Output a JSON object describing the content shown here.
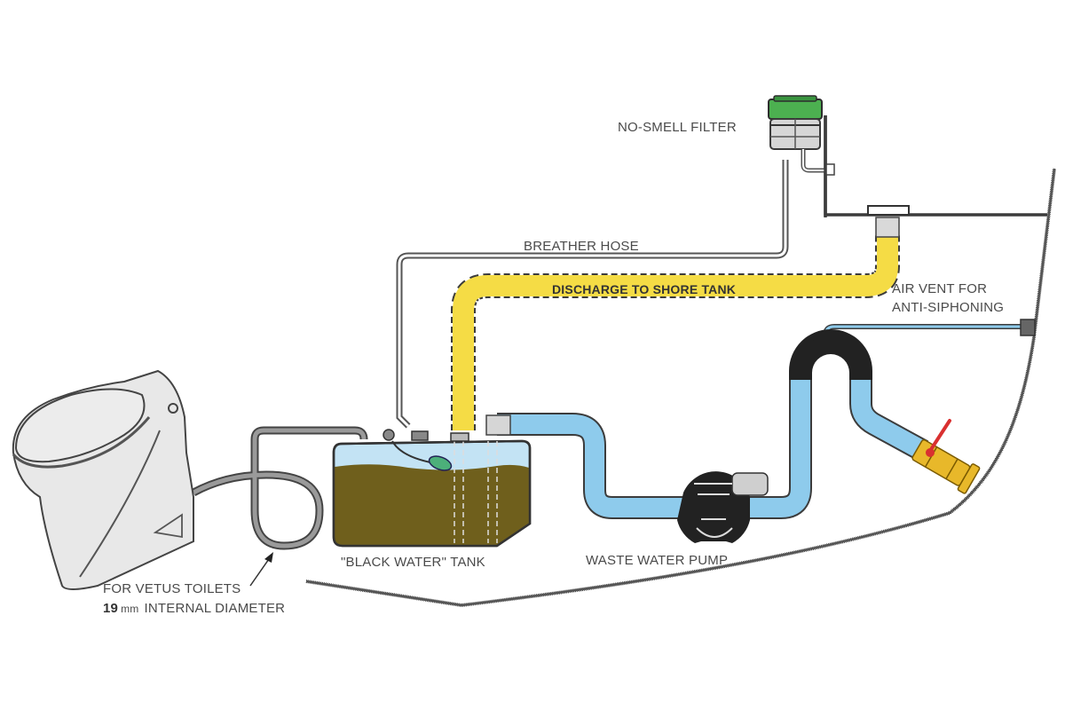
{
  "diagram": {
    "title": "Boat black water (sewage) system",
    "labels": {
      "filter": "NO-SMELL FILTER",
      "breather": "BREATHER HOSE",
      "discharge": "DISCHARGE TO SHORE TANK",
      "air_vent_line1": "AIR VENT FOR",
      "air_vent_line2": "ANTI-SIPHONING",
      "tank": "\"BLACK WATER\" TANK",
      "pump": "WASTE WATER PUMP",
      "toilet_line1": "FOR VETUS TOILETS",
      "toilet_size": "19",
      "toilet_unit": "mm",
      "toilet_line2_rest": "INTERNAL DIAMETER"
    },
    "components": [
      {
        "id": "toilet",
        "name": "Vetus toilet"
      },
      {
        "id": "inlet-hose",
        "name": "Toilet inlet hose (19 mm ID)"
      },
      {
        "id": "tank",
        "name": "Black water tank"
      },
      {
        "id": "level-float",
        "name": "Tank level sensor float"
      },
      {
        "id": "breather-hose",
        "name": "Breather hose"
      },
      {
        "id": "no-smell-filter",
        "name": "No-smell filter"
      },
      {
        "id": "discharge-hose",
        "name": "Discharge to shore tank hose"
      },
      {
        "id": "deck-fitting",
        "name": "Deck pump-out fitting"
      },
      {
        "id": "pump",
        "name": "Waste water pump"
      },
      {
        "id": "vented-loop",
        "name": "Anti-siphon vented loop"
      },
      {
        "id": "air-vent-line",
        "name": "Air vent line"
      },
      {
        "id": "seacock",
        "name": "Through-hull seacock valve"
      },
      {
        "id": "hull",
        "name": "Hull and deck outline"
      }
    ],
    "colors": {
      "yellow_hose": "#f5dc45",
      "blue_hose": "#8ecbec",
      "tank_water": "#c3e3f4",
      "tank_waste": "#6f5f1c",
      "filter_cap": "#4cb050",
      "valve_brass": "#e8b82a",
      "valve_handle": "#d93030",
      "outline": "#3c3c3c",
      "toilet_fill": "#e8e8e8"
    }
  }
}
